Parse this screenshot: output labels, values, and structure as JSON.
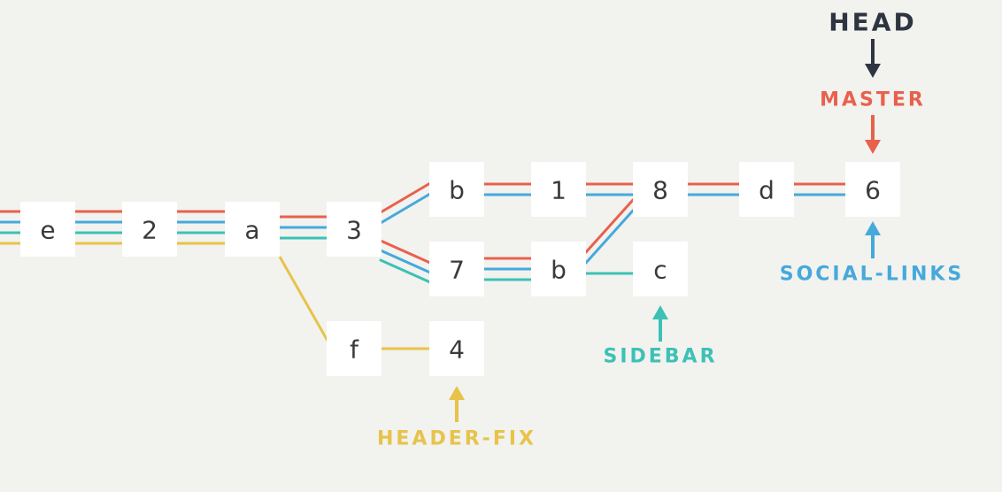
{
  "colors": {
    "master": "#e8614d",
    "social_links": "#45a9dc",
    "sidebar": "#3cc1b6",
    "header_fix": "#e8c34a",
    "head": "#2e3540",
    "background": "#f2f2ef",
    "node_fill": "#ffffff",
    "node_text": "#3a3a3a"
  },
  "commits": [
    {
      "id": "c-e",
      "label": "e"
    },
    {
      "id": "c-2",
      "label": "2"
    },
    {
      "id": "c-a",
      "label": "a"
    },
    {
      "id": "c-3",
      "label": "3"
    },
    {
      "id": "c-b1",
      "label": "b"
    },
    {
      "id": "c-1",
      "label": "1"
    },
    {
      "id": "c-8",
      "label": "8"
    },
    {
      "id": "c-d",
      "label": "d"
    },
    {
      "id": "c-6",
      "label": "6"
    },
    {
      "id": "c-7",
      "label": "7"
    },
    {
      "id": "c-b2",
      "label": "b"
    },
    {
      "id": "c-c",
      "label": "c"
    },
    {
      "id": "c-f",
      "label": "f"
    },
    {
      "id": "c-4",
      "label": "4"
    }
  ],
  "refs": {
    "head": "HEAD",
    "master": "MASTER",
    "social_links": "SOCIAL-LINKS",
    "sidebar": "SIDEBAR",
    "header_fix": "HEADER-FIX"
  }
}
